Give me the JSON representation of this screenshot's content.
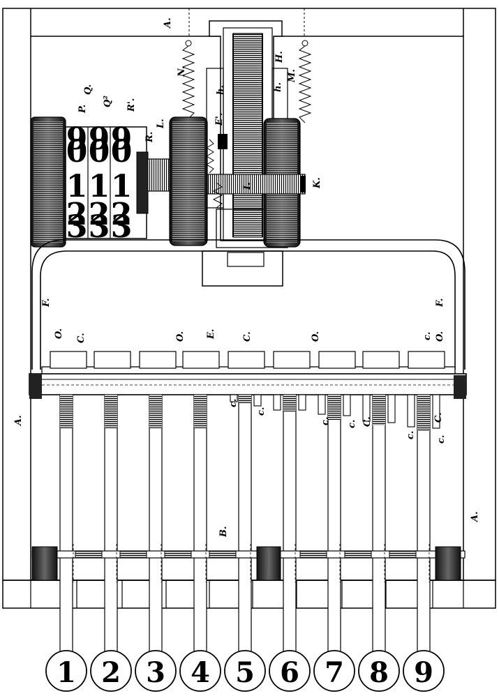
{
  "labels": {
    "a_top": "A.",
    "a_left": "A.",
    "a_right": "A.",
    "n": "N.",
    "m": "M.",
    "h": "H.",
    "h_small": "h.",
    "h2": "h.",
    "p": "P.",
    "q": "Q.",
    "q2": "Q²",
    "r1": "R'.",
    "l": "L.",
    "r": "R.",
    "e1": "E'.",
    "i": "I.",
    "k": "K.",
    "f_left": "F.",
    "f_right": "F.",
    "e": "E.",
    "b": "B.",
    "o": "O.",
    "c_upper": "C.",
    "c_lower": "c."
  },
  "dial_columns": [
    {
      "digits": [
        "9",
        "0",
        "1",
        "2",
        "3"
      ]
    },
    {
      "digits": [
        "9",
        "0",
        "1",
        "2",
        "3"
      ]
    },
    {
      "digits": [
        "9",
        "0",
        "1",
        "2",
        "3"
      ]
    }
  ],
  "keys": [
    "1",
    "2",
    "3",
    "4",
    "5",
    "6",
    "7",
    "8",
    "9"
  ]
}
